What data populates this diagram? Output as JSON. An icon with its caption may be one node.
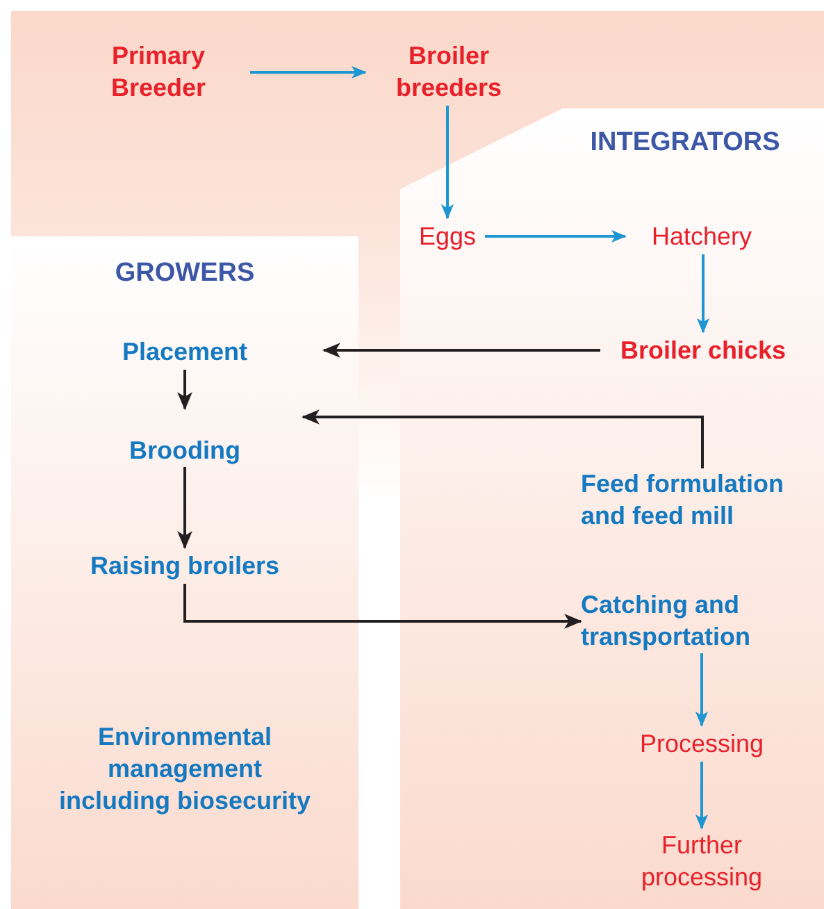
{
  "diagram": {
    "nodes": [
      {
        "text": [
          "Primary Breeder"
        ]
      },
      {
        "text": [
          "Broiler breeders"
        ]
      },
      {
        "text": [
          "INTEGRATORS"
        ]
      },
      {
        "text": [
          "Eggs"
        ],
        "in": 2
      },
      {
        "text": [
          "Hatchery"
        ],
        "in": 2
      },
      {
        "text": [
          "Broiler chicks"
        ],
        "in": 2
      },
      {
        "text": [
          "Feed formulation and feed mill"
        ],
        "in": 2
      },
      {
        "text": [
          "Catching and transportation"
        ],
        "in": 2
      },
      {
        "text": [
          "Processing"
        ],
        "in": 2
      },
      {
        "text": [
          "Further processing"
        ],
        "in": 2
      },
      {
        "text": [
          "GROWERS"
        ]
      },
      {
        "text": [
          "Placement"
        ],
        "in": 10
      },
      {
        "text": [
          "Brooding"
        ],
        "in": 10
      },
      {
        "text": [
          "Raising broilers"
        ],
        "in": 10
      },
      {
        "text": [
          "Environmental management including biosecurity"
        ],
        "in": 10
      }
    ],
    "edges": [
      {
        "from": 0,
        "to": 1,
        "arrow": "to"
      },
      {
        "from": 1,
        "to": 3,
        "arrow": "to"
      },
      {
        "from": 3,
        "to": 4,
        "arrow": "to"
      },
      {
        "from": 4,
        "to": 5,
        "arrow": "to"
      },
      {
        "from": 5,
        "to": 11,
        "arrow": "to",
        "color": "#231f20"
      },
      {
        "from": 6,
        "to": 12,
        "arrow": "to",
        "color": "#231f20"
      },
      {
        "from": 13,
        "to": 7,
        "arrow": "to",
        "color": "#231f20"
      },
      {
        "from": 11,
        "to": 12,
        "arrow": "to",
        "color": "#231f20"
      },
      {
        "from": 12,
        "to": 13,
        "arrow": "to",
        "color": "#231f20"
      },
      {
        "from": 7,
        "to": 8,
        "arrow": "to"
      },
      {
        "from": 8,
        "to": 9,
        "arrow": "to"
      }
    ]
  }
}
